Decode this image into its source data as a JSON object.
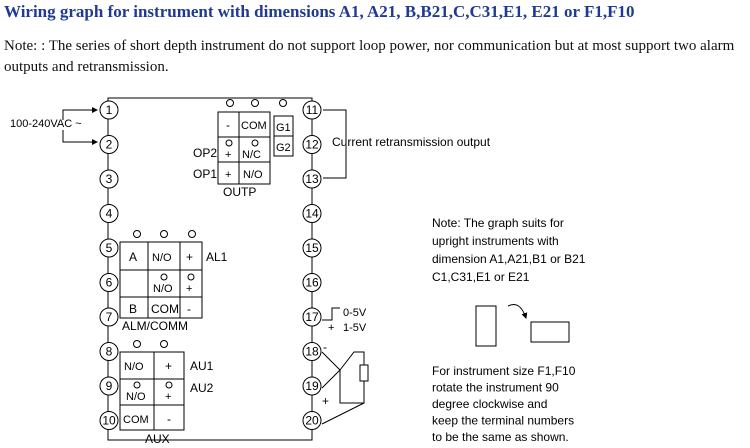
{
  "title": "Wiring graph for instrument with dimensions A1, A21, B,B21,C,C31,E1, E21 or F1,F10",
  "note": "Note: : The series of short depth instrument do not support loop power, nor communication but at most support two alarm outputs and retransmission.",
  "power_label": "100-240VAC ~",
  "terminals_left": [
    "1",
    "2",
    "3",
    "4",
    "5",
    "6",
    "7",
    "8",
    "9",
    "10"
  ],
  "terminals_right": [
    "11",
    "12",
    "13",
    "14",
    "15",
    "16",
    "17",
    "18",
    "19",
    "20"
  ],
  "outp": {
    "minus": "-",
    "com": "COM",
    "g1": "G1",
    "g2": "G2",
    "op2": "OP2",
    "op1": "OP1",
    "plus1": "+",
    "plus2": "+",
    "nc": "N/C",
    "no": "N/O",
    "label": "OUTP"
  },
  "alm": {
    "a": "A",
    "no1": "N/O",
    "plus1": "+",
    "al1": "AL1",
    "no2": "N/O",
    "plus2": "+",
    "b": "B",
    "com": "COM",
    "minus": "-",
    "label": "ALM/COMM"
  },
  "aux": {
    "no1": "N/O",
    "plus1": "+",
    "au1": "AU1",
    "no2": "N/O",
    "plus2": "+",
    "au2": "AU2",
    "com": "COM",
    "minus": "-",
    "label": "AUX"
  },
  "retrans_label": "Current retransmission output",
  "voltage": {
    "v1": "0-5V",
    "v2": "1-5V",
    "plus": "+"
  },
  "rtd": {
    "minus": "-",
    "plus": "+"
  },
  "side_note": [
    "Note: The graph suits for",
    "upright instruments with",
    "dimension A1,A21,B1 or B21",
    "C1,C31,E1 or E21"
  ],
  "rotate_note": [
    "For instrument size F1,F10",
    "rotate the instrument 90",
    "degree clockwise and",
    "keep the terminal numbers",
    "to be the same as shown."
  ],
  "colors": {
    "title": "#1f3a93"
  }
}
